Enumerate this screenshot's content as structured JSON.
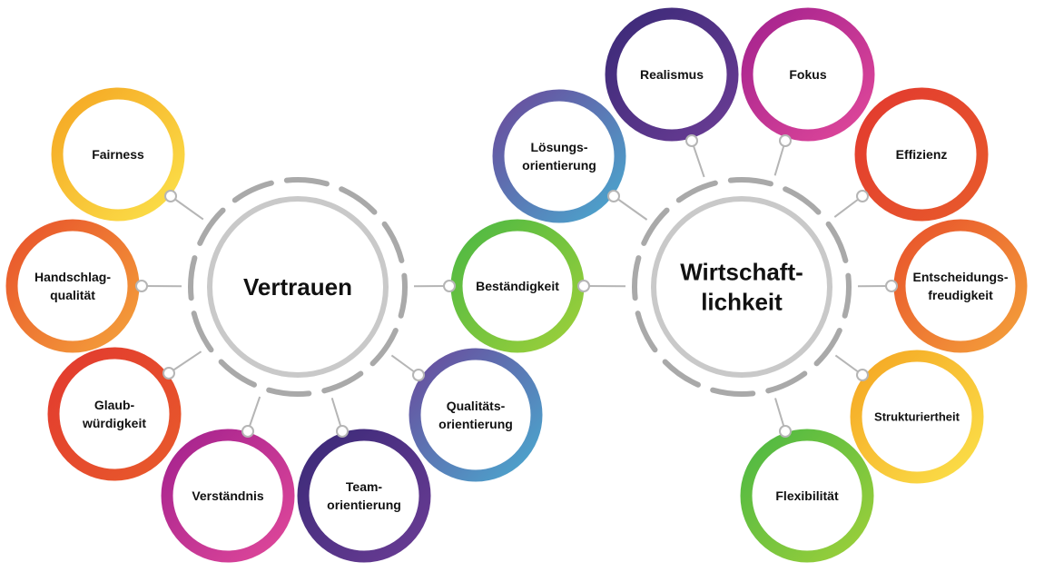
{
  "hubs": {
    "vertrauen": {
      "lines": [
        "Vertrauen"
      ]
    },
    "wirtschaftlichkeit": {
      "lines": [
        "Wirtschaft-",
        "lichkeit"
      ]
    }
  },
  "nodes": {
    "fairness": {
      "lines": [
        "Fairness"
      ],
      "color_from": "#f5a623",
      "color_to": "#fbe14a"
    },
    "handschlagqualitaet": {
      "lines": [
        "Handschlag-",
        "qualität"
      ],
      "color_from": "#e8522b",
      "color_to": "#f4a13b"
    },
    "glaubwuerdigkeit": {
      "lines": [
        "Glaub-",
        "würdigkeit"
      ],
      "color_from": "#e23a2e",
      "color_to": "#e85a2c"
    },
    "verstaendnis": {
      "lines": [
        "Verständnis"
      ],
      "color_from": "#a4228e",
      "color_to": "#e0489a"
    },
    "teamorientierung": {
      "lines": [
        "Team-",
        "orientierung"
      ],
      "color_from": "#3b2a78",
      "color_to": "#6a3c94"
    },
    "qualitaetsorientierung": {
      "lines": [
        "Qualitäts-",
        "orientierung"
      ],
      "color_from": "#6a4a9c",
      "color_to": "#4aa9cf"
    },
    "bestaendigkeit": {
      "lines": [
        "Beständigkeit"
      ],
      "color_from": "#4cb843",
      "color_to": "#9ed03a"
    },
    "loesungsorientierung": {
      "lines": [
        "Lösungs-",
        "orientierung"
      ],
      "color_from": "#6a4a9c",
      "color_to": "#4aa9cf"
    },
    "realismus": {
      "lines": [
        "Realismus"
      ],
      "color_from": "#3b2a78",
      "color_to": "#6a3c94"
    },
    "fokus": {
      "lines": [
        "Fokus"
      ],
      "color_from": "#a4228e",
      "color_to": "#e0489a"
    },
    "effizienz": {
      "lines": [
        "Effizienz"
      ],
      "color_from": "#e23a2e",
      "color_to": "#e85a2c"
    },
    "entscheidungsfreudigkeit": {
      "lines": [
        "Entscheidungs-",
        "freudigkeit"
      ],
      "color_from": "#e8522b",
      "color_to": "#f4a13b"
    },
    "strukturiertheit": {
      "lines": [
        "Strukturiertheit"
      ],
      "color_from": "#f5a623",
      "color_to": "#fbe14a"
    },
    "flexibilitaet": {
      "lines": [
        "Flexibilität"
      ],
      "color_from": "#4cb843",
      "color_to": "#9ed03a"
    }
  },
  "colors": {
    "hub_ring": "#c9c9c9",
    "hub_dash": "#a9a9a9",
    "connector": "#b5b5b5"
  }
}
